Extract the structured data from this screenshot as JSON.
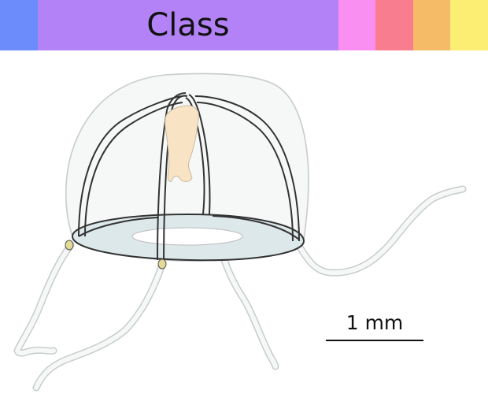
{
  "taxonomy_bar": {
    "ranks": [
      {
        "key": "domain",
        "color": "#6b8cfa",
        "label": ""
      },
      {
        "key": "class",
        "color": "#b282f6",
        "label": "Class"
      },
      {
        "key": "order",
        "color": "#f98ff0",
        "label": ""
      },
      {
        "key": "family",
        "color": "#f87d8f",
        "label": ""
      },
      {
        "key": "genus",
        "color": "#f6bb67",
        "label": ""
      },
      {
        "key": "species",
        "color": "#fbee72",
        "label": ""
      }
    ]
  },
  "scale_bar": {
    "label": "1 mm"
  },
  "colors": {
    "bell": "#f6f8f8",
    "outline": "#c8cccc",
    "canal": "#333333",
    "manubrium": "#f8e4c4",
    "velum": "#dde8ea",
    "statocyst": "#e4da96"
  }
}
